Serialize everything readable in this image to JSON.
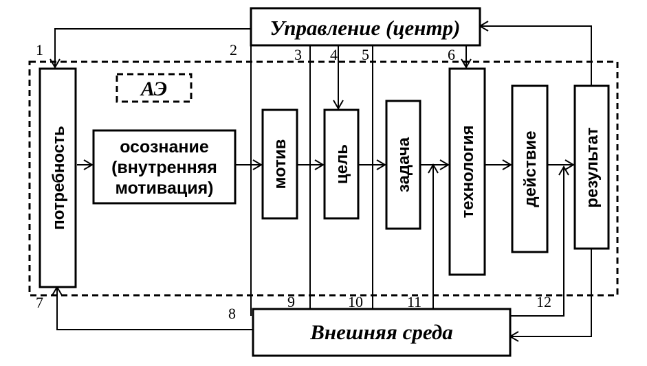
{
  "center": "Управление (центр)",
  "env": "Внешняя среда",
  "ae": "АЭ",
  "need": "потребность",
  "awareness": [
    "осознание",
    "(внутренняя",
    "мотивация)"
  ],
  "motive": "мотив",
  "goal": "цель",
  "task": "задача",
  "technology": "технология",
  "action": "действие",
  "result": "результат",
  "numbers": [
    "1",
    "2",
    "3",
    "4",
    "5",
    "6",
    "7",
    "8",
    "9",
    "10",
    "11",
    "12"
  ]
}
